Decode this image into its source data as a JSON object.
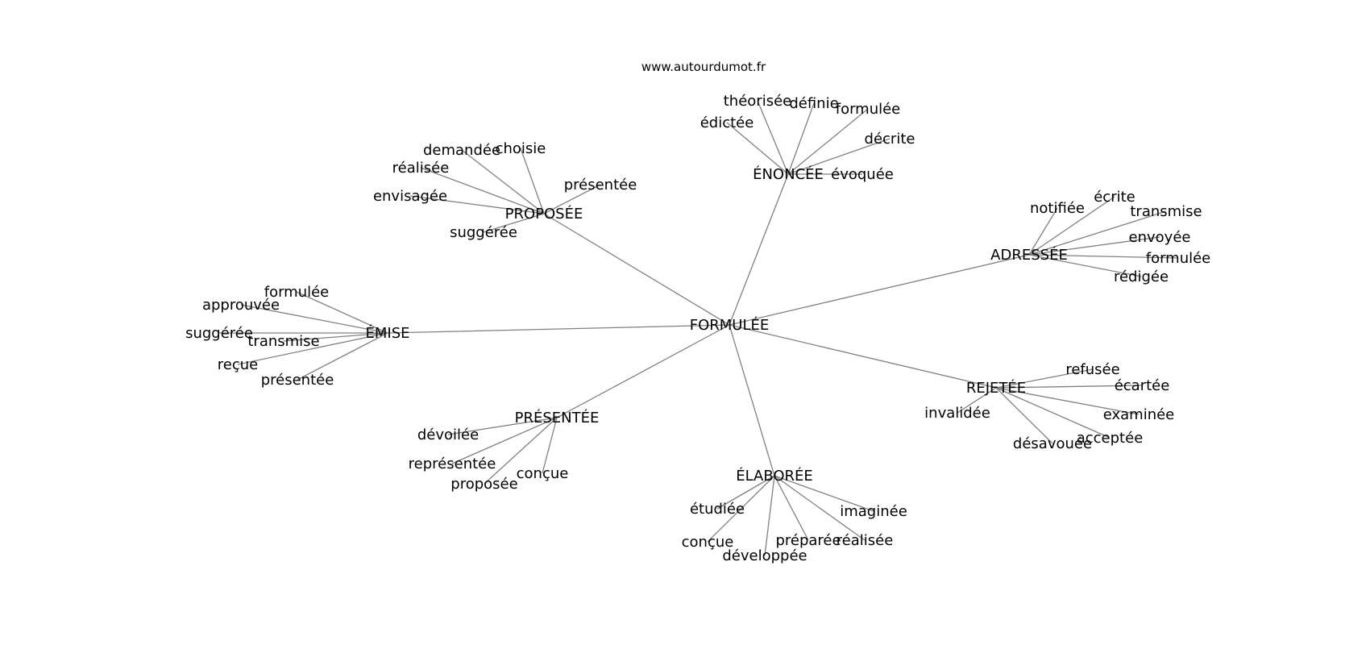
{
  "watermark": "www.autourdumot.fr",
  "graph": {
    "center": "FORMULÉE",
    "edge_color": "#808080",
    "text_color": "#000000",
    "branches": [
      {
        "label": "ÉNONCÉE",
        "leaves": [
          "théorisée",
          "définie",
          "formulée",
          "édictée",
          "décrite",
          "évoquée"
        ]
      },
      {
        "label": "PROPOSÉE",
        "leaves": [
          "demandée",
          "choisie",
          "réalisée",
          "présentée",
          "envisagée",
          "suggérée"
        ]
      },
      {
        "label": "ADRESSÉE",
        "leaves": [
          "notifiée",
          "écrite",
          "transmise",
          "envoyée",
          "formulée",
          "rédigée"
        ]
      },
      {
        "label": "ÉMISE",
        "leaves": [
          "formulée",
          "approuvée",
          "suggérée",
          "transmise",
          "reçue",
          "présentée"
        ]
      },
      {
        "label": "REJETÉE",
        "leaves": [
          "refusée",
          "écartée",
          "invalidée",
          "examinée",
          "acceptée",
          "désavouée"
        ]
      },
      {
        "label": "PRÉSENTÉE",
        "leaves": [
          "dévoilée",
          "représentée",
          "conçue",
          "proposée"
        ]
      },
      {
        "label": "ÉLABORÉE",
        "leaves": [
          "étudiée",
          "imaginée",
          "préparée",
          "réalisée",
          "conçue",
          "développée"
        ]
      }
    ]
  }
}
